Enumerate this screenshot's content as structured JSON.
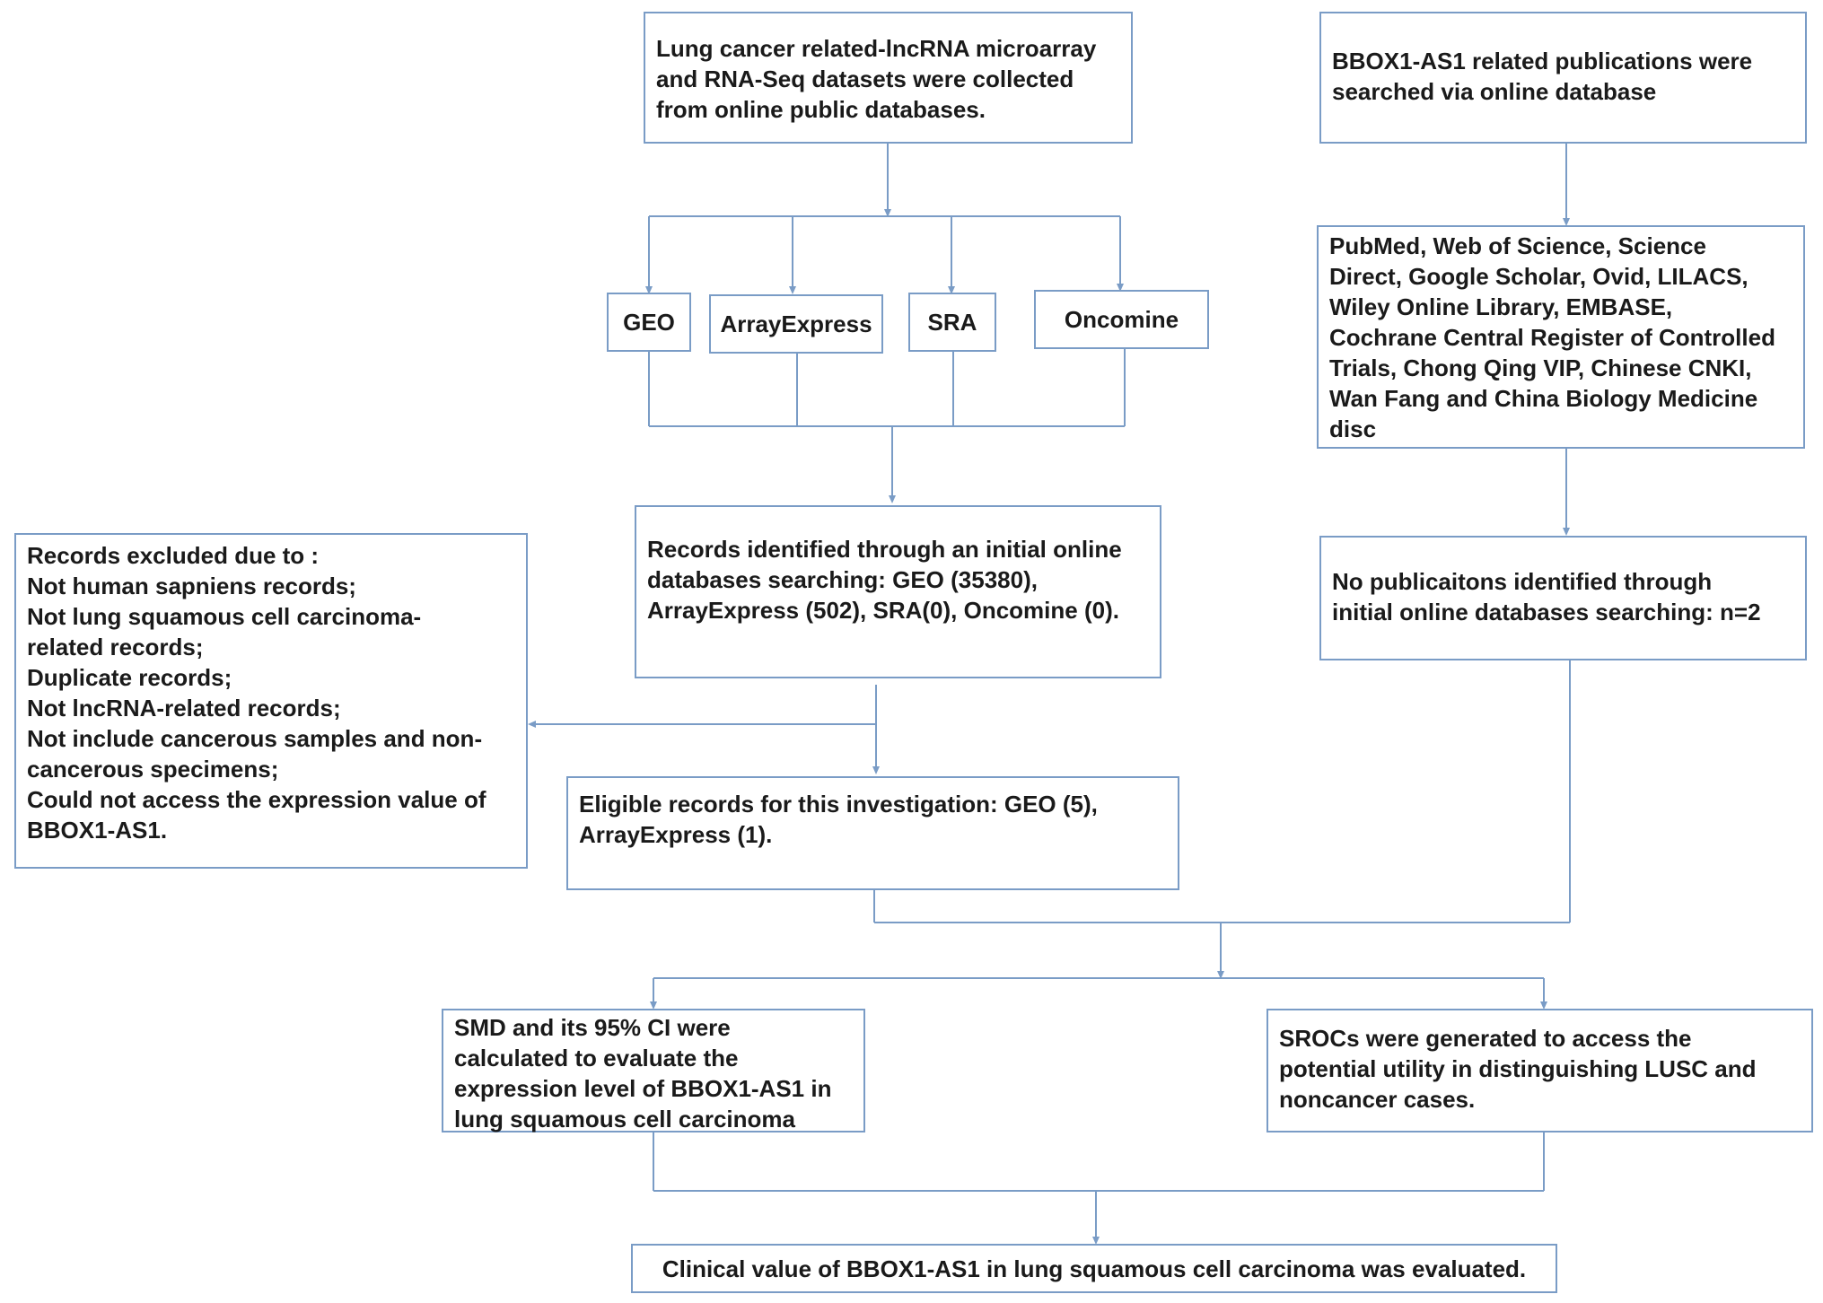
{
  "colors": {
    "box_border": "#7a9cc6",
    "connector": "#7a9cc6",
    "text": "#1a1a1a"
  },
  "boxes": {
    "lncrna_datasets": [
      "Lung cancer related-lncRNA microarray",
      "and RNA-Seq datasets were collected",
      "from online public databases."
    ],
    "geo": "GEO",
    "arrayexpress": "ArrayExpress",
    "sra": "SRA",
    "oncomine": "Oncomine",
    "records_identified": [
      "Records identified through an initial online",
      "databases searching: GEO (35380),",
      "ArrayExpress (502), SRA(0), Oncomine (0)."
    ],
    "records_excluded": [
      "Records excluded due to :",
      "Not human sapniens records;",
      "Not lung squamous cell carcinoma-",
      "related records;",
      "Duplicate records;",
      "Not lncRNA-related records;",
      "Not include cancerous samples and non-",
      "cancerous specimens;",
      "Could not access the expression value of",
      "BBOX1-AS1."
    ],
    "eligible_records": [
      "Eligible records for this investigation: GEO (5),",
      "ArrayExpress (1)."
    ],
    "publications_searched": [
      "BBOX1-AS1 related publications were",
      "searched via online database"
    ],
    "databases_list": [
      "PubMed, Web of Science, Science",
      "Direct, Google Scholar, Ovid, LILACS,",
      "Wiley Online Library, EMBASE,",
      "Cochrane Central Register of Controlled",
      "Trials, Chong Qing VIP, Chinese CNKI,",
      "Wan Fang and China Biology Medicine",
      "disc"
    ],
    "no_publications": [
      "No publicaitons identified through",
      "initial online databases searching: n=2"
    ],
    "smd": [
      "SMD and its 95% CI were",
      "calculated to evaluate the",
      "expression level of BBOX1-AS1 in",
      "lung squamous cell carcinoma"
    ],
    "srocs": [
      "SROCs were generated to access the",
      "potential utility in distinguishing LUSC and",
      "noncancer cases."
    ],
    "clinical_value": "Clinical value of BBOX1-AS1 in lung squamous cell carcinoma was evaluated."
  }
}
